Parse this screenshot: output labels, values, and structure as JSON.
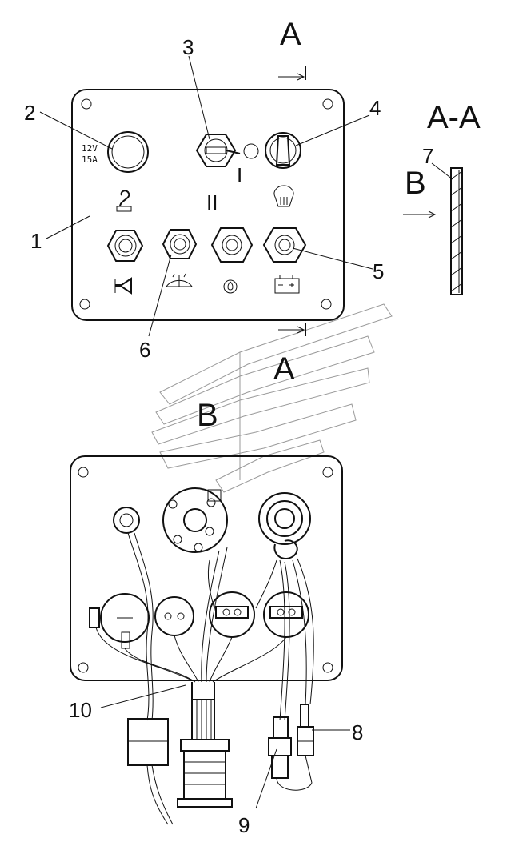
{
  "callouts": {
    "c1": "1",
    "c2": "2",
    "c3": "3",
    "c4": "4",
    "c5": "5",
    "c6": "6",
    "c7": "7",
    "c8": "8",
    "c9": "9",
    "c10": "10"
  },
  "section_marks": {
    "top": "A",
    "bottom": "A",
    "view_aa": "A-A",
    "view_b_side": "B",
    "view_b_main": "B"
  },
  "fuse_rating": {
    "voltage": "12V",
    "current": "15A"
  },
  "switch_positions": {
    "pos1": "I",
    "pos2": "II"
  },
  "colors": {
    "line": "#111111",
    "watermark": "#9a9a9a",
    "background": "#ffffff"
  },
  "icons": [
    "glow-plug-icon",
    "horn-icon",
    "wiper-icon",
    "oil-pressure-icon",
    "battery-icon",
    "heater-icon"
  ]
}
